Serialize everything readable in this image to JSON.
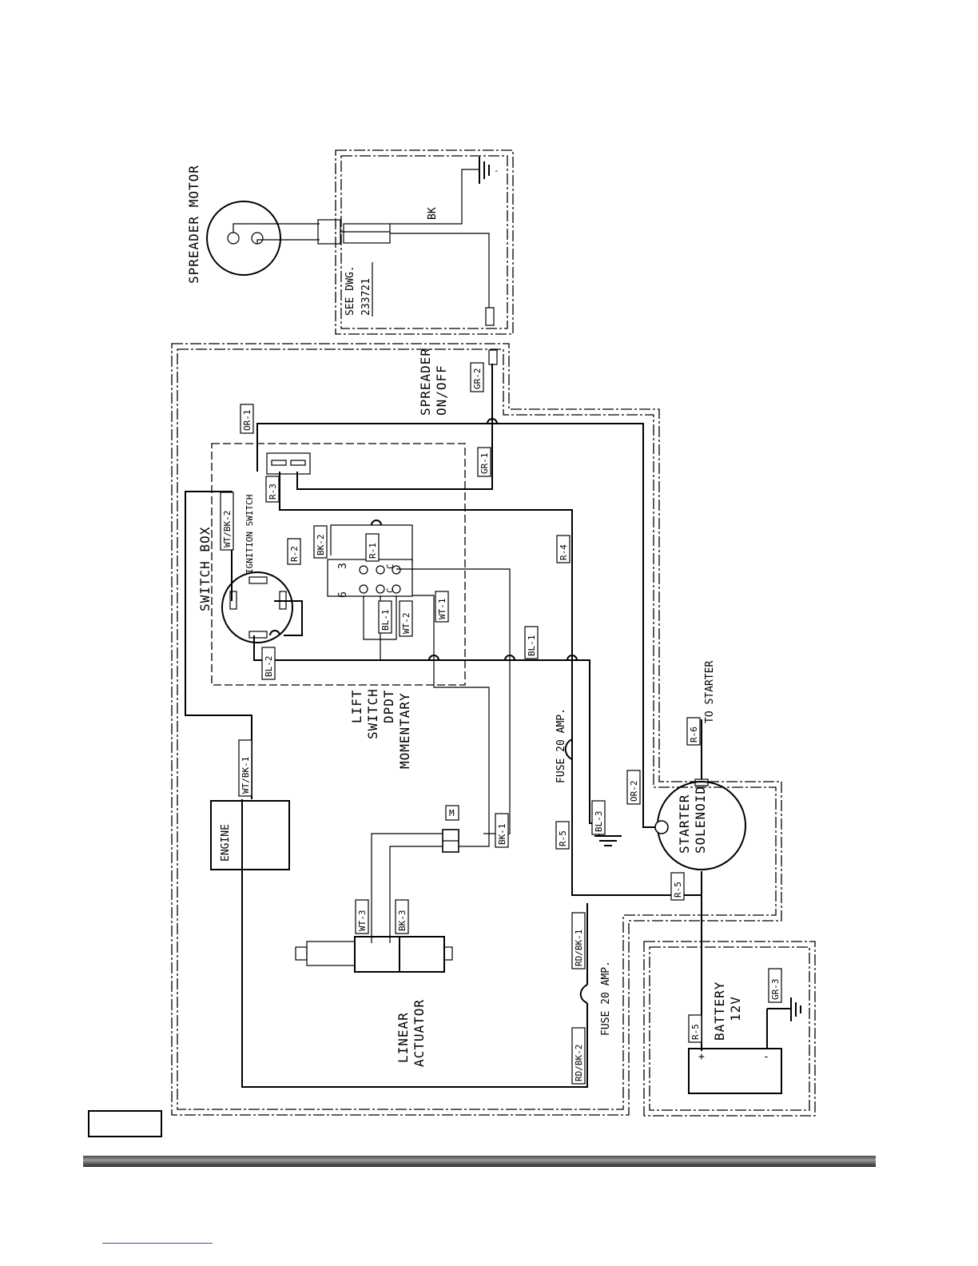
{
  "components": {
    "spreader_motor": "SPREADER MOTOR",
    "see_dwg": "SEE DWG.",
    "see_dwg_no": "233721",
    "spreader_switch": [
      "SPREADER",
      "ON/OFF"
    ],
    "switch_box": "SWITCH BOX",
    "ignition_switch": "IGNITION SWITCH",
    "lift_switch": [
      "LIFT",
      "SWITCH",
      "DPDT",
      "MOMENTARY"
    ],
    "engine": "ENGINE",
    "linear_actuator": [
      "LINEAR",
      "ACTUATOR"
    ],
    "fuse_upper": "FUSE 20 AMP.",
    "fuse_lower": "FUSE 20 AMP.",
    "starter_solenoid": [
      "STARTER",
      "SOLENOID"
    ],
    "to_starter": "TO STARTER",
    "battery": [
      "BATTERY",
      "12V"
    ],
    "battery_plus": "+",
    "battery_minus": "-",
    "motor_marker": "M",
    "ground_minus": "-"
  },
  "wire_tags": {
    "bk": "BK",
    "or1": "OR-1",
    "gr2": "GR-2",
    "gr1": "GR-1",
    "r3": "R-3",
    "wtbk2": "WT/BK-2",
    "r2": "R-2",
    "bk2": "BK-2",
    "r1": "R-1",
    "r4": "R-4",
    "bl1a": "BL-1",
    "wt2": "WT-2",
    "wt1": "WT-1",
    "bl1b": "BL-1",
    "bl2": "BL-2",
    "wtbk1": "WT/BK-1",
    "bl3": "BL-3",
    "or2": "OR-2",
    "r6": "R-6",
    "bk1": "BK-1",
    "r5a": "R-5",
    "r5b": "R-5",
    "wt3": "WT-3",
    "bk3": "BK-3",
    "rdbk1": "RD/BK-1",
    "rdbk2": "RD/BK-2",
    "r5c": "R-5",
    "gr3": "GR-3"
  },
  "terminals": {
    "t3": "3",
    "t6": "6",
    "c1": "C",
    "c2": "C"
  }
}
